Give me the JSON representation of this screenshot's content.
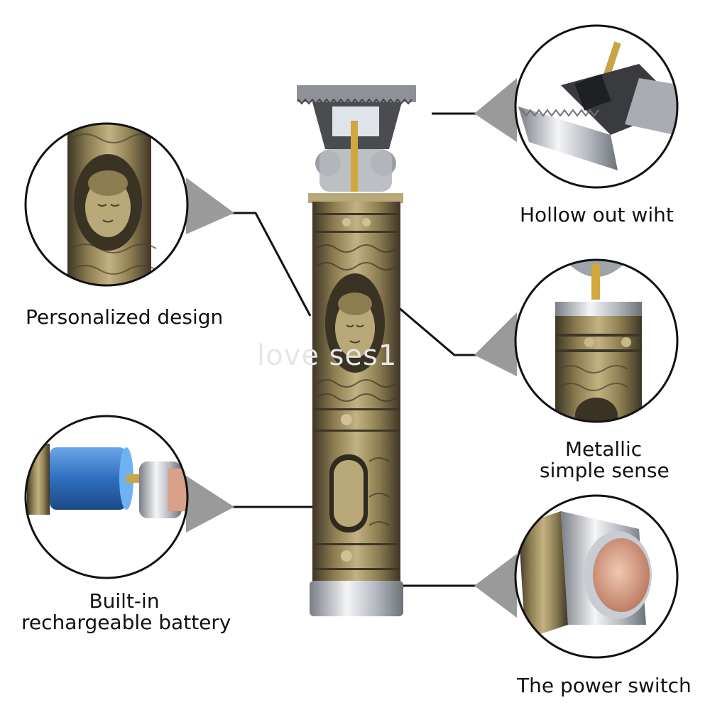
{
  "captions": {
    "personalized_design": "Personalized design",
    "hollow_out": "Hollow out wiht",
    "metallic_line1": "Metallic",
    "metallic_line2": "simple sense",
    "battery_line1": "Built-in",
    "battery_line2": "rechargeable battery",
    "power_switch": "The power switch"
  },
  "watermark": "love ses1",
  "colors": {
    "bronze": "#8a7a4a",
    "bronze_dark": "#4b4230",
    "bronze_light": "#c8b98a",
    "silver": "#c9ccd1",
    "battery_blue": "#2f6fbf",
    "copper": "#d9a08a",
    "callout_bg": "#9a9a9a"
  },
  "icons": [
    "buddha-engraving-icon",
    "cloud-pattern-icon",
    "trimmer-blade-icon",
    "battery-icon",
    "power-button-icon"
  ]
}
